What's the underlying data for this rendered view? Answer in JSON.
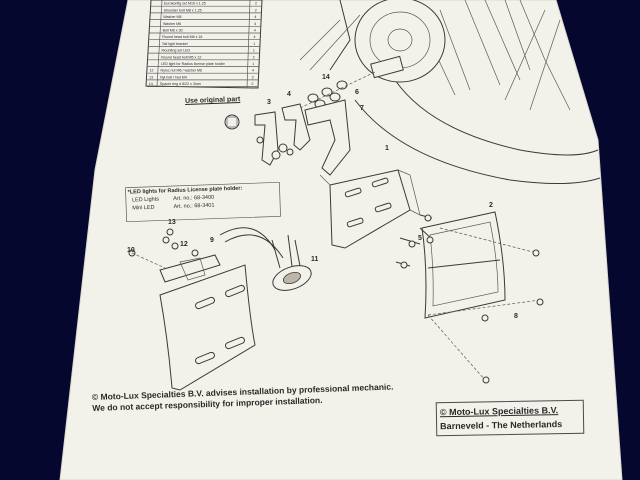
{
  "parts_table": {
    "rows": [
      {
        "num": "",
        "desc": "Eurokonfig set M10 x 1.25",
        "qty": "2"
      },
      {
        "num": "",
        "desc": "Shoulder bolt M8 x 1.25",
        "qty": "2"
      },
      {
        "num": "",
        "desc": "Washer M8",
        "qty": "4"
      },
      {
        "num": "",
        "desc": "Washer M6",
        "qty": "4"
      },
      {
        "num": "",
        "desc": "Bolt M6 x 30",
        "qty": "4"
      },
      {
        "num": "",
        "desc": "Round head bolt M6 x 16",
        "qty": "4"
      },
      {
        "num": "",
        "desc": "Tail light bracket",
        "qty": "1"
      },
      {
        "num": "",
        "desc": "Mounting set LED",
        "qty": "1"
      },
      {
        "num": "",
        "desc": "Round head bolt M5 x 12",
        "qty": "2"
      },
      {
        "num": "",
        "desc": "LED light for Radius license plate holder",
        "qty": "1"
      },
      {
        "num": "12",
        "desc": "Nyloc nut M6 / washer M6",
        "qty": "4"
      },
      {
        "num": "13",
        "desc": "Nyl bolt / Nut M4",
        "qty": "2"
      },
      {
        "num": "14",
        "desc": "Spacer ring d 8/22 x 3mm",
        "qty": "2"
      }
    ]
  },
  "diagram": {
    "use_original_part": "Use original part",
    "led_box": {
      "title": "*LED lights for Radius License plate holder:",
      "line1_label": "LED Lights",
      "line1_value": "Art. no.: 68-3400",
      "line2_label": "Mini LED",
      "line2_value": "Art. no.: 68-3401"
    },
    "callouts": [
      "1",
      "2",
      "3",
      "4",
      "5",
      "6",
      "7",
      "8",
      "9",
      "10",
      "11",
      "12",
      "13",
      "14"
    ]
  },
  "footer": {
    "advice_line1": "© Moto-Lux Specialties B.V. advises installation by professional mechanic.",
    "advice_line2": "We do not accept responsibility for improper installation.",
    "company": "© Moto-Lux Specialties B.V.",
    "location": "Barneveld - The Netherlands"
  }
}
